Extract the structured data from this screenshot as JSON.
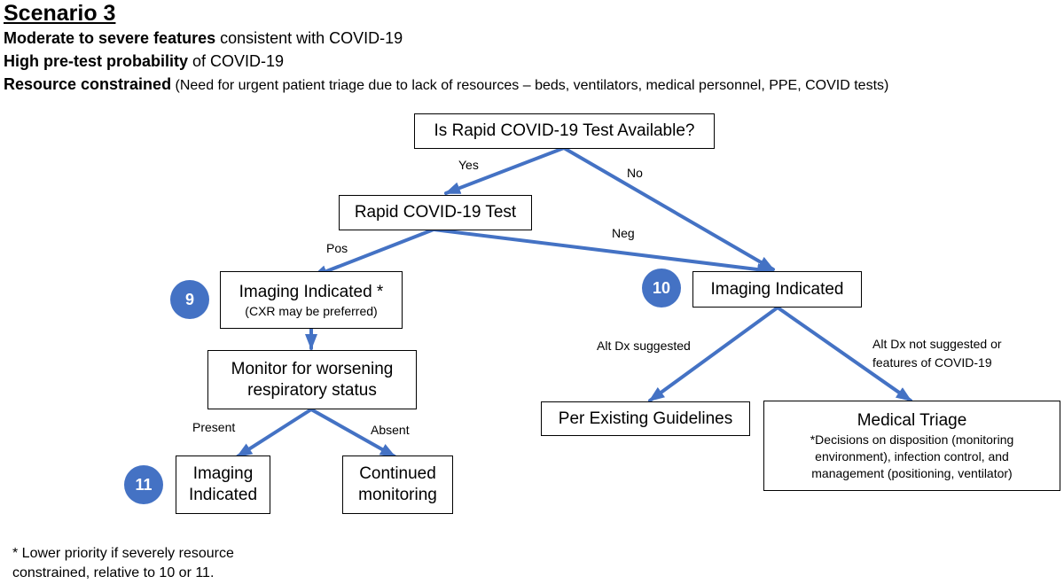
{
  "header": {
    "scenario": "Scenario 3",
    "line1_bold": "Moderate to severe features",
    "line1_rest": " consistent with COVID-19",
    "line2_bold": "High pre-test probability",
    "line2_rest": " of COVID-19",
    "line3_bold": "Resource constrained",
    "line3_rest": " (Need for urgent patient triage due to lack of resources – beds, ventilators, medical personnel, PPE, COVID tests)"
  },
  "nodes": {
    "rapid_available": "Is Rapid COVID-19 Test Available?",
    "rapid_test": "Rapid COVID-19 Test",
    "imaging_9_title": "Imaging Indicated *",
    "imaging_9_sub": "(CXR may be preferred)",
    "monitor_line1": "Monitor for worsening",
    "monitor_line2": "respiratory status",
    "imaging_11_line1": "Imaging",
    "imaging_11_line2": "Indicated",
    "continued_line1": "Continued",
    "continued_line2": "monitoring",
    "imaging_10": "Imaging Indicated",
    "per_existing": "Per Existing Guidelines",
    "triage_title": "Medical Triage",
    "triage_note_1": "*Decisions on disposition (monitoring",
    "triage_note_2": "environment), infection control, and",
    "triage_note_3": "management (positioning, ventilator)"
  },
  "badges": {
    "b9": "9",
    "b10": "10",
    "b11": "11"
  },
  "edges": {
    "yes": "Yes",
    "no": "No",
    "pos": "Pos",
    "neg": "Neg",
    "alt_dx": "Alt Dx suggested",
    "alt_dx_not_1": "Alt Dx not suggested or",
    "alt_dx_not_2": "features of COVID-19",
    "present": "Present",
    "absent": "Absent"
  },
  "footnote": {
    "line1": "* Lower priority if severely resource",
    "line2": "constrained, relative to 10 or 11."
  },
  "colors": {
    "arrow": "#4472c4",
    "badge": "#4472c4",
    "box_border": "#000000"
  }
}
